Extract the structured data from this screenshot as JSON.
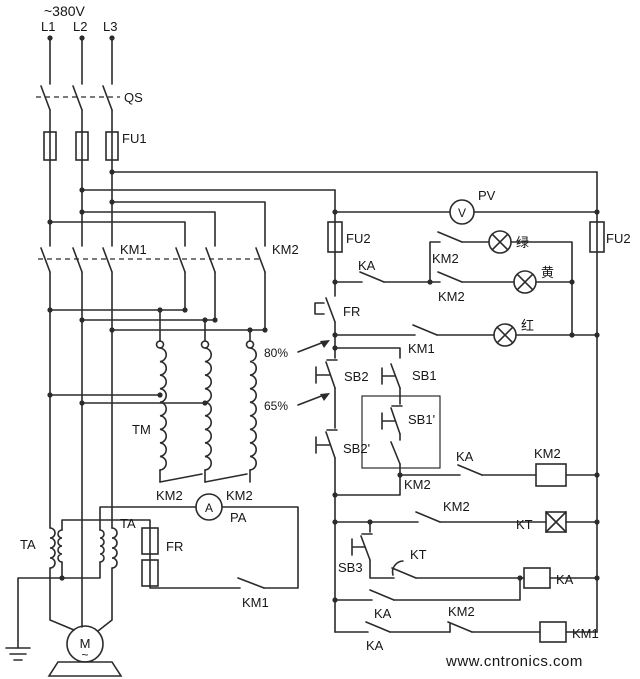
{
  "diagram": {
    "type": "electrical-schematic",
    "subject": "autotransformer reduced-voltage motor starter control circuit",
    "supply_label": "~380V",
    "phase_labels": [
      "L1",
      "L2",
      "L3"
    ],
    "component_labels": {
      "qs": "QS",
      "fu1": "FU1",
      "fu2": "FU2",
      "km1": "KM1",
      "km2": "KM2",
      "fr": "FR",
      "tm": "TM",
      "ta": "TA",
      "pa": "PA",
      "pv": "PV",
      "kt": "KT",
      "ka": "KA",
      "sb1": "SB1",
      "sb1_prime": "SB1'",
      "sb2": "SB2",
      "sb2_prime": "SB2'",
      "sb3": "SB3",
      "tap_80": "80%",
      "tap_65": "65%",
      "lamp_green": "绿",
      "lamp_yellow": "黄",
      "lamp_red": "红",
      "voltmeter_letter": "V",
      "ammeter_letter": "A",
      "motor_letter": "M",
      "motor_ac": "~"
    },
    "watermark": "www.cntronics.com",
    "colors": {
      "line": "#2b2b2b",
      "background": "#ffffff",
      "watermark": "#a5d8c0"
    }
  }
}
